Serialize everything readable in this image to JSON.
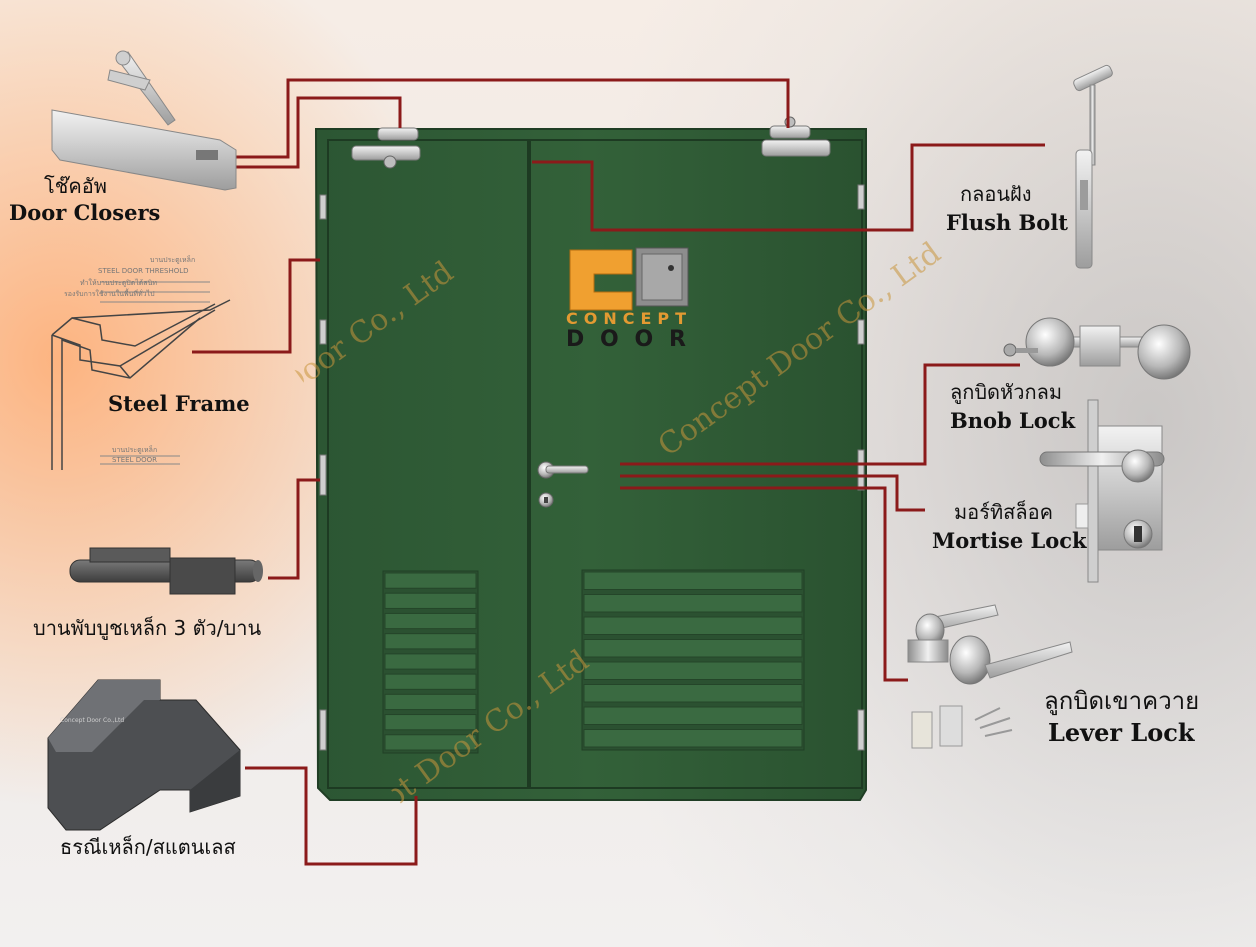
{
  "brand": {
    "logo_line1": "CONCEPT",
    "logo_line2": "DOOR",
    "watermark": "Concept Door Co., Ltd",
    "frame_sample_text": "Concept Door Co.,Ltd",
    "accent": "#8b1a1a",
    "door_color": "#2f5a35",
    "logo_orange": "#f0a030"
  },
  "callouts": {
    "door_closers": {
      "thai": "โช๊คอัพ",
      "english": "Door Closers"
    },
    "steel_frame": {
      "english": "Steel Frame"
    },
    "flush_bolt": {
      "thai": "กลอนฝัง",
      "english": "Flush Bolt"
    },
    "knob_lock": {
      "thai": "ลูกบิดหัวกลม",
      "english": "Bnob Lock"
    },
    "mortise_lock": {
      "thai": "มอร์ทิสล็อค",
      "english": "Mortise Lock"
    },
    "lever_lock": {
      "thai": "ลูกบิดเขาควาย",
      "english": "Lever Lock"
    },
    "hinge": {
      "thai": "บานพับบูชเหล็ก 3 ตัว/บาน"
    },
    "door_frame": {
      "thai": "ธรณีเหล็ก/สแตนเลส"
    }
  },
  "sketch_notes": {
    "top1": "บานประตูเหล็ก",
    "top2": "STEEL DOOR THRESHOLD",
    "top3": "ทำให้บานประตูปิดได้สนิท",
    "top4": "รองรับการใช้งานในพื้นที่ทั่วไป",
    "bottom1": "บานประตูเหล็ก",
    "bottom2": "STEEL DOOR"
  }
}
